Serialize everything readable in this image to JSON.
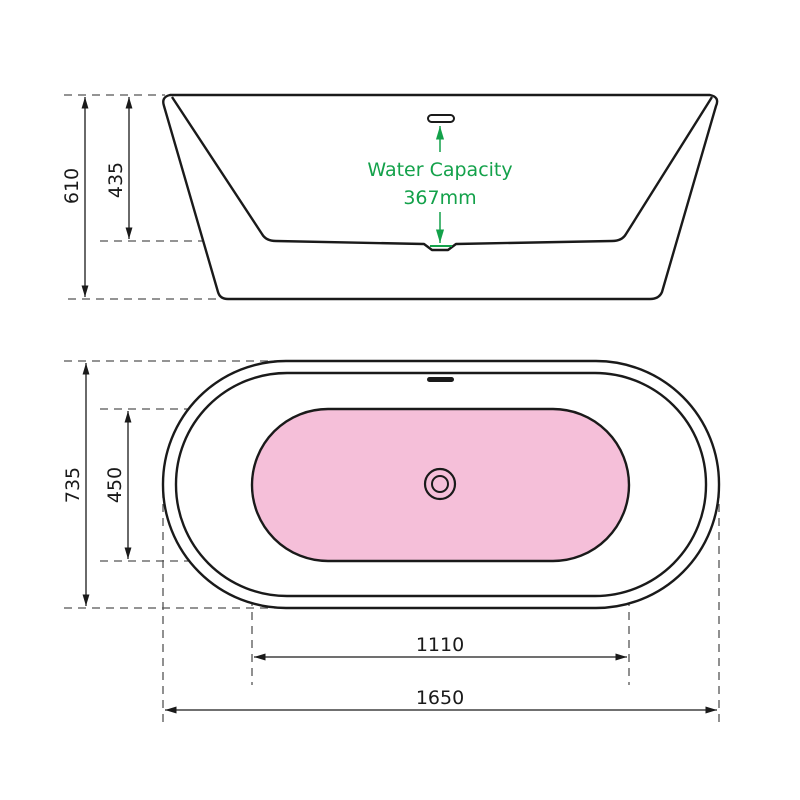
{
  "title": "Freestanding Bath Dimension Drawing",
  "units": "mm",
  "colors": {
    "outline": "#1a1a1a",
    "dimension_line": "#1a1a1a",
    "dashed_guide": "#555555",
    "water_capacity": "#13a14a",
    "basin_fill": "#f5bfd9"
  },
  "side_view": {
    "dimensions": {
      "overall_height": "610",
      "basin_depth": "435"
    },
    "water_capacity": {
      "label": "Water Capacity",
      "value": "367mm"
    }
  },
  "top_view": {
    "dimensions": {
      "overall_width": "735",
      "basin_width": "450",
      "basin_length": "1110",
      "overall_length": "1650"
    }
  }
}
